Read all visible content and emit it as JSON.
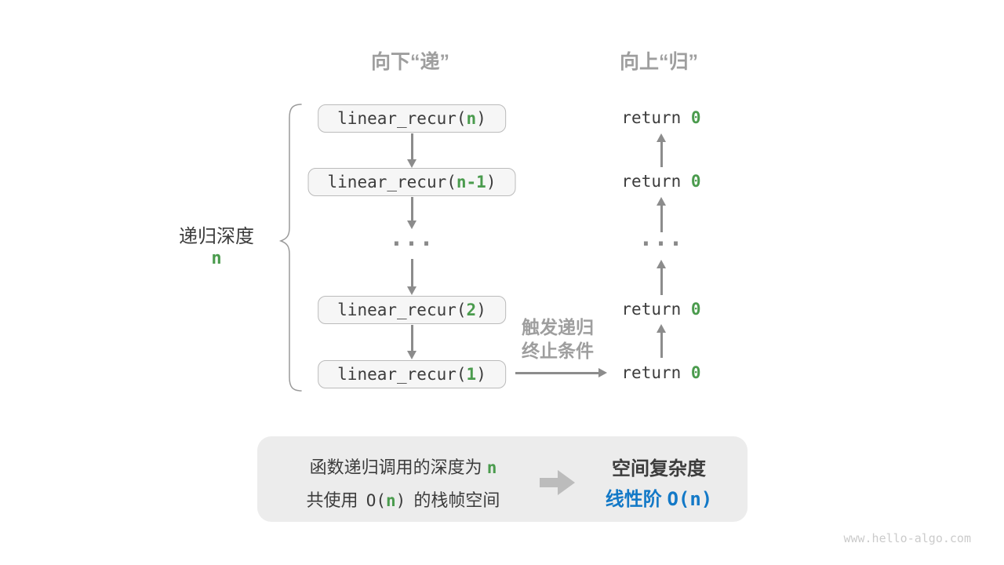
{
  "colors": {
    "green": "#4a9b4d",
    "blue": "#1379c7",
    "gray_label": "#9e9e9e",
    "dark_text": "#3c3c3c",
    "arrow_gray": "#8c8c8c",
    "box_fill": "#f6f6f6",
    "box_border": "#bbbbbb",
    "summary_fill": "#ececec"
  },
  "headers": {
    "descend": "向下“递”",
    "ascend": "向上“归”"
  },
  "depth_label": {
    "title": "递归深度",
    "value": "n"
  },
  "call_stack": {
    "boxes": [
      {
        "prefix": "linear_recur(",
        "arg": "n",
        "suffix": ")"
      },
      {
        "prefix": "linear_recur(",
        "arg": "n-1",
        "suffix": ")"
      },
      {
        "prefix": "linear_recur(",
        "arg": "2",
        "suffix": ")"
      },
      {
        "prefix": "linear_recur(",
        "arg": "1",
        "suffix": ")"
      }
    ],
    "ellipsis": "..."
  },
  "returns": {
    "items": [
      {
        "prefix": "return ",
        "value": "0"
      },
      {
        "prefix": "return ",
        "value": "0"
      },
      {
        "prefix": "return ",
        "value": "0"
      },
      {
        "prefix": "return ",
        "value": "0"
      }
    ],
    "ellipsis": "..."
  },
  "trigger_label": {
    "line1": "触发递归",
    "line2": "终止条件"
  },
  "summary": {
    "line1_text": "函数递归调用的深度为",
    "line1_value": "n",
    "line2_pre": "共使用",
    "line2_code_open": "O(",
    "line2_code_arg": "n",
    "line2_code_close": ")",
    "line2_post": "的栈帧空间",
    "result_title": "空间复杂度",
    "result_class": "线性阶",
    "result_code": "O(n)"
  },
  "watermark": "www.hello-algo.com"
}
